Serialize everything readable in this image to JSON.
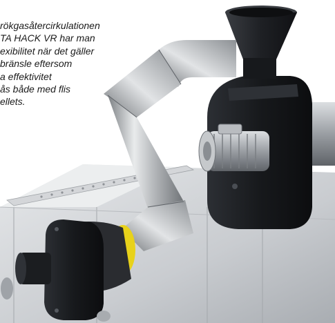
{
  "caption": {
    "lines": [
      "rökgasåtercirkulationen",
      "TA HACK VR har man",
      "exibilitet när det gäller",
      " bränsle eftersom",
      "a effektivitet",
      "ås både med flis",
      "ellets."
    ]
  },
  "colors": {
    "background": "#ffffff",
    "duct_steel": "#b9bcbf",
    "fan_housing": "#1c1e22",
    "machine_body": "#c9ccd0",
    "gasket_accent": "#e8d21a"
  }
}
